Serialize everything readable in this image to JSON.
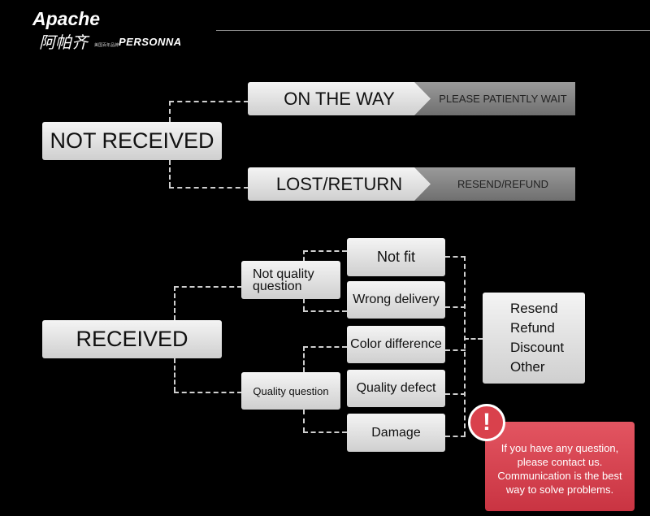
{
  "logo": {
    "brand": "Apache",
    "chinese": "阿帕齐",
    "sub_brand": "PERSONNA",
    "small_text": "美国百年品牌"
  },
  "not_received": {
    "label": "NOT RECEIVED",
    "branches": [
      {
        "label": "ON THE WAY",
        "tag": "PLEASE PATIENTLY WAIT"
      },
      {
        "label": "LOST/RETURN",
        "tag": "RESEND/REFUND"
      }
    ]
  },
  "received": {
    "label": "RECEIVED",
    "not_quality": {
      "label": "Not quality question",
      "items": [
        "Not fit",
        "Wrong delivery"
      ]
    },
    "quality": {
      "label": "Quality question",
      "items": [
        "Color difference",
        "Quality defect",
        "Damage"
      ]
    },
    "solutions": [
      "Resend",
      "Refund",
      "Discount",
      "Other"
    ]
  },
  "notice": {
    "icon_symbol": "!",
    "lines": [
      "If you have any question,",
      "please contact us.",
      "Communication is the best",
      "way to solve problems."
    ]
  },
  "colors": {
    "box": "#e6e6e6",
    "tag": "#8a8a8a",
    "notice": "#d9414c",
    "background": "#000000"
  }
}
